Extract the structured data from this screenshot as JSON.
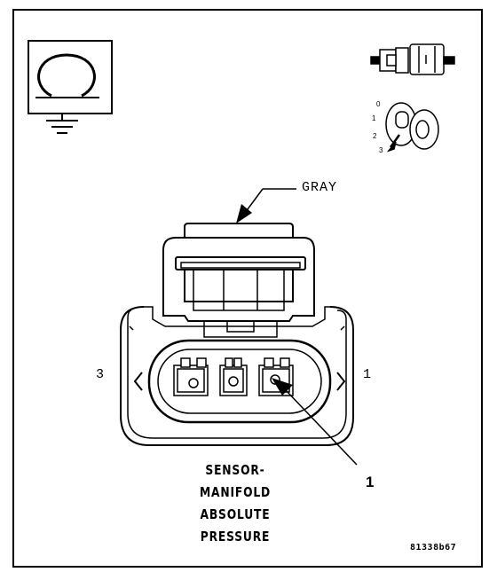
{
  "wire_color_label": "GRAY",
  "connector_title_lines": [
    "SENSOR-",
    "MANIFOLD",
    "ABSOLUTE",
    "PRESSURE"
  ],
  "cavity_numbers": {
    "left": "3",
    "right": "1"
  },
  "callout_number": "1",
  "figure_code": "81338b67",
  "key_position_ticks": [
    "3",
    "2",
    "1",
    "0"
  ],
  "icons": {
    "ground_symbol": "ground-icon",
    "connector_pair": "connector-pair-icon",
    "ignition_key": "ignition-key-icon"
  }
}
